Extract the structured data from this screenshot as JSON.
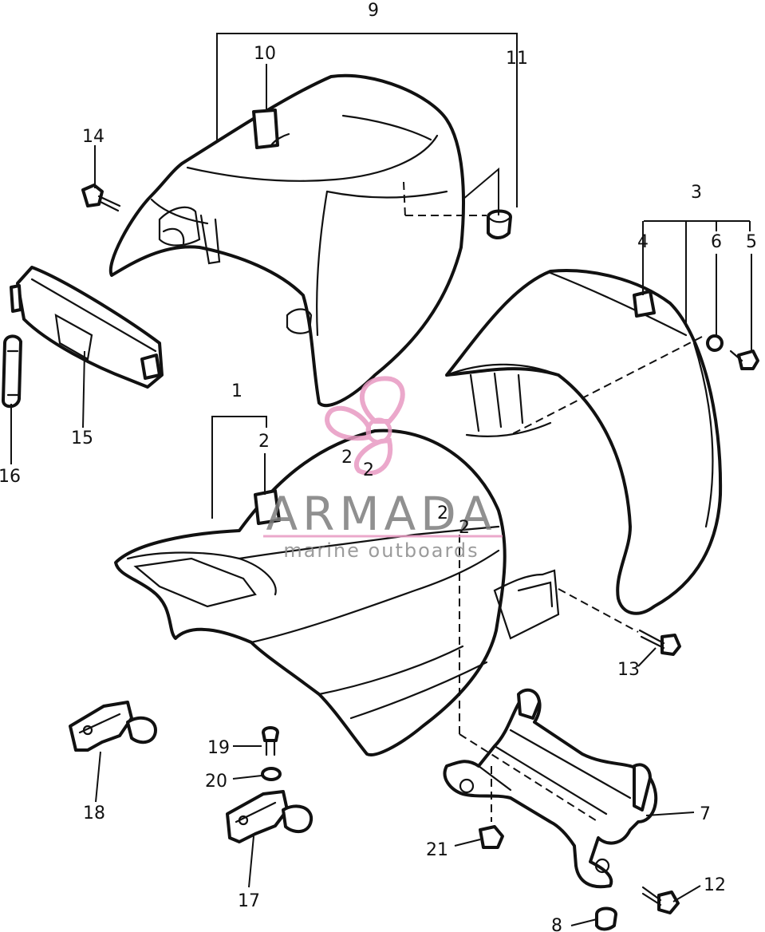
{
  "watermark": {
    "brand": "ARMADA",
    "tagline": "marine outboards",
    "accent_color": "#e89ac2"
  },
  "callouts": [
    "1",
    "2",
    "3",
    "4",
    "5",
    "6",
    "7",
    "8",
    "9",
    "10",
    "11",
    "12",
    "13",
    "14",
    "15",
    "16",
    "17",
    "18",
    "19",
    "20",
    "21"
  ],
  "seam_marks": [
    "2",
    "2",
    "2",
    "2"
  ]
}
